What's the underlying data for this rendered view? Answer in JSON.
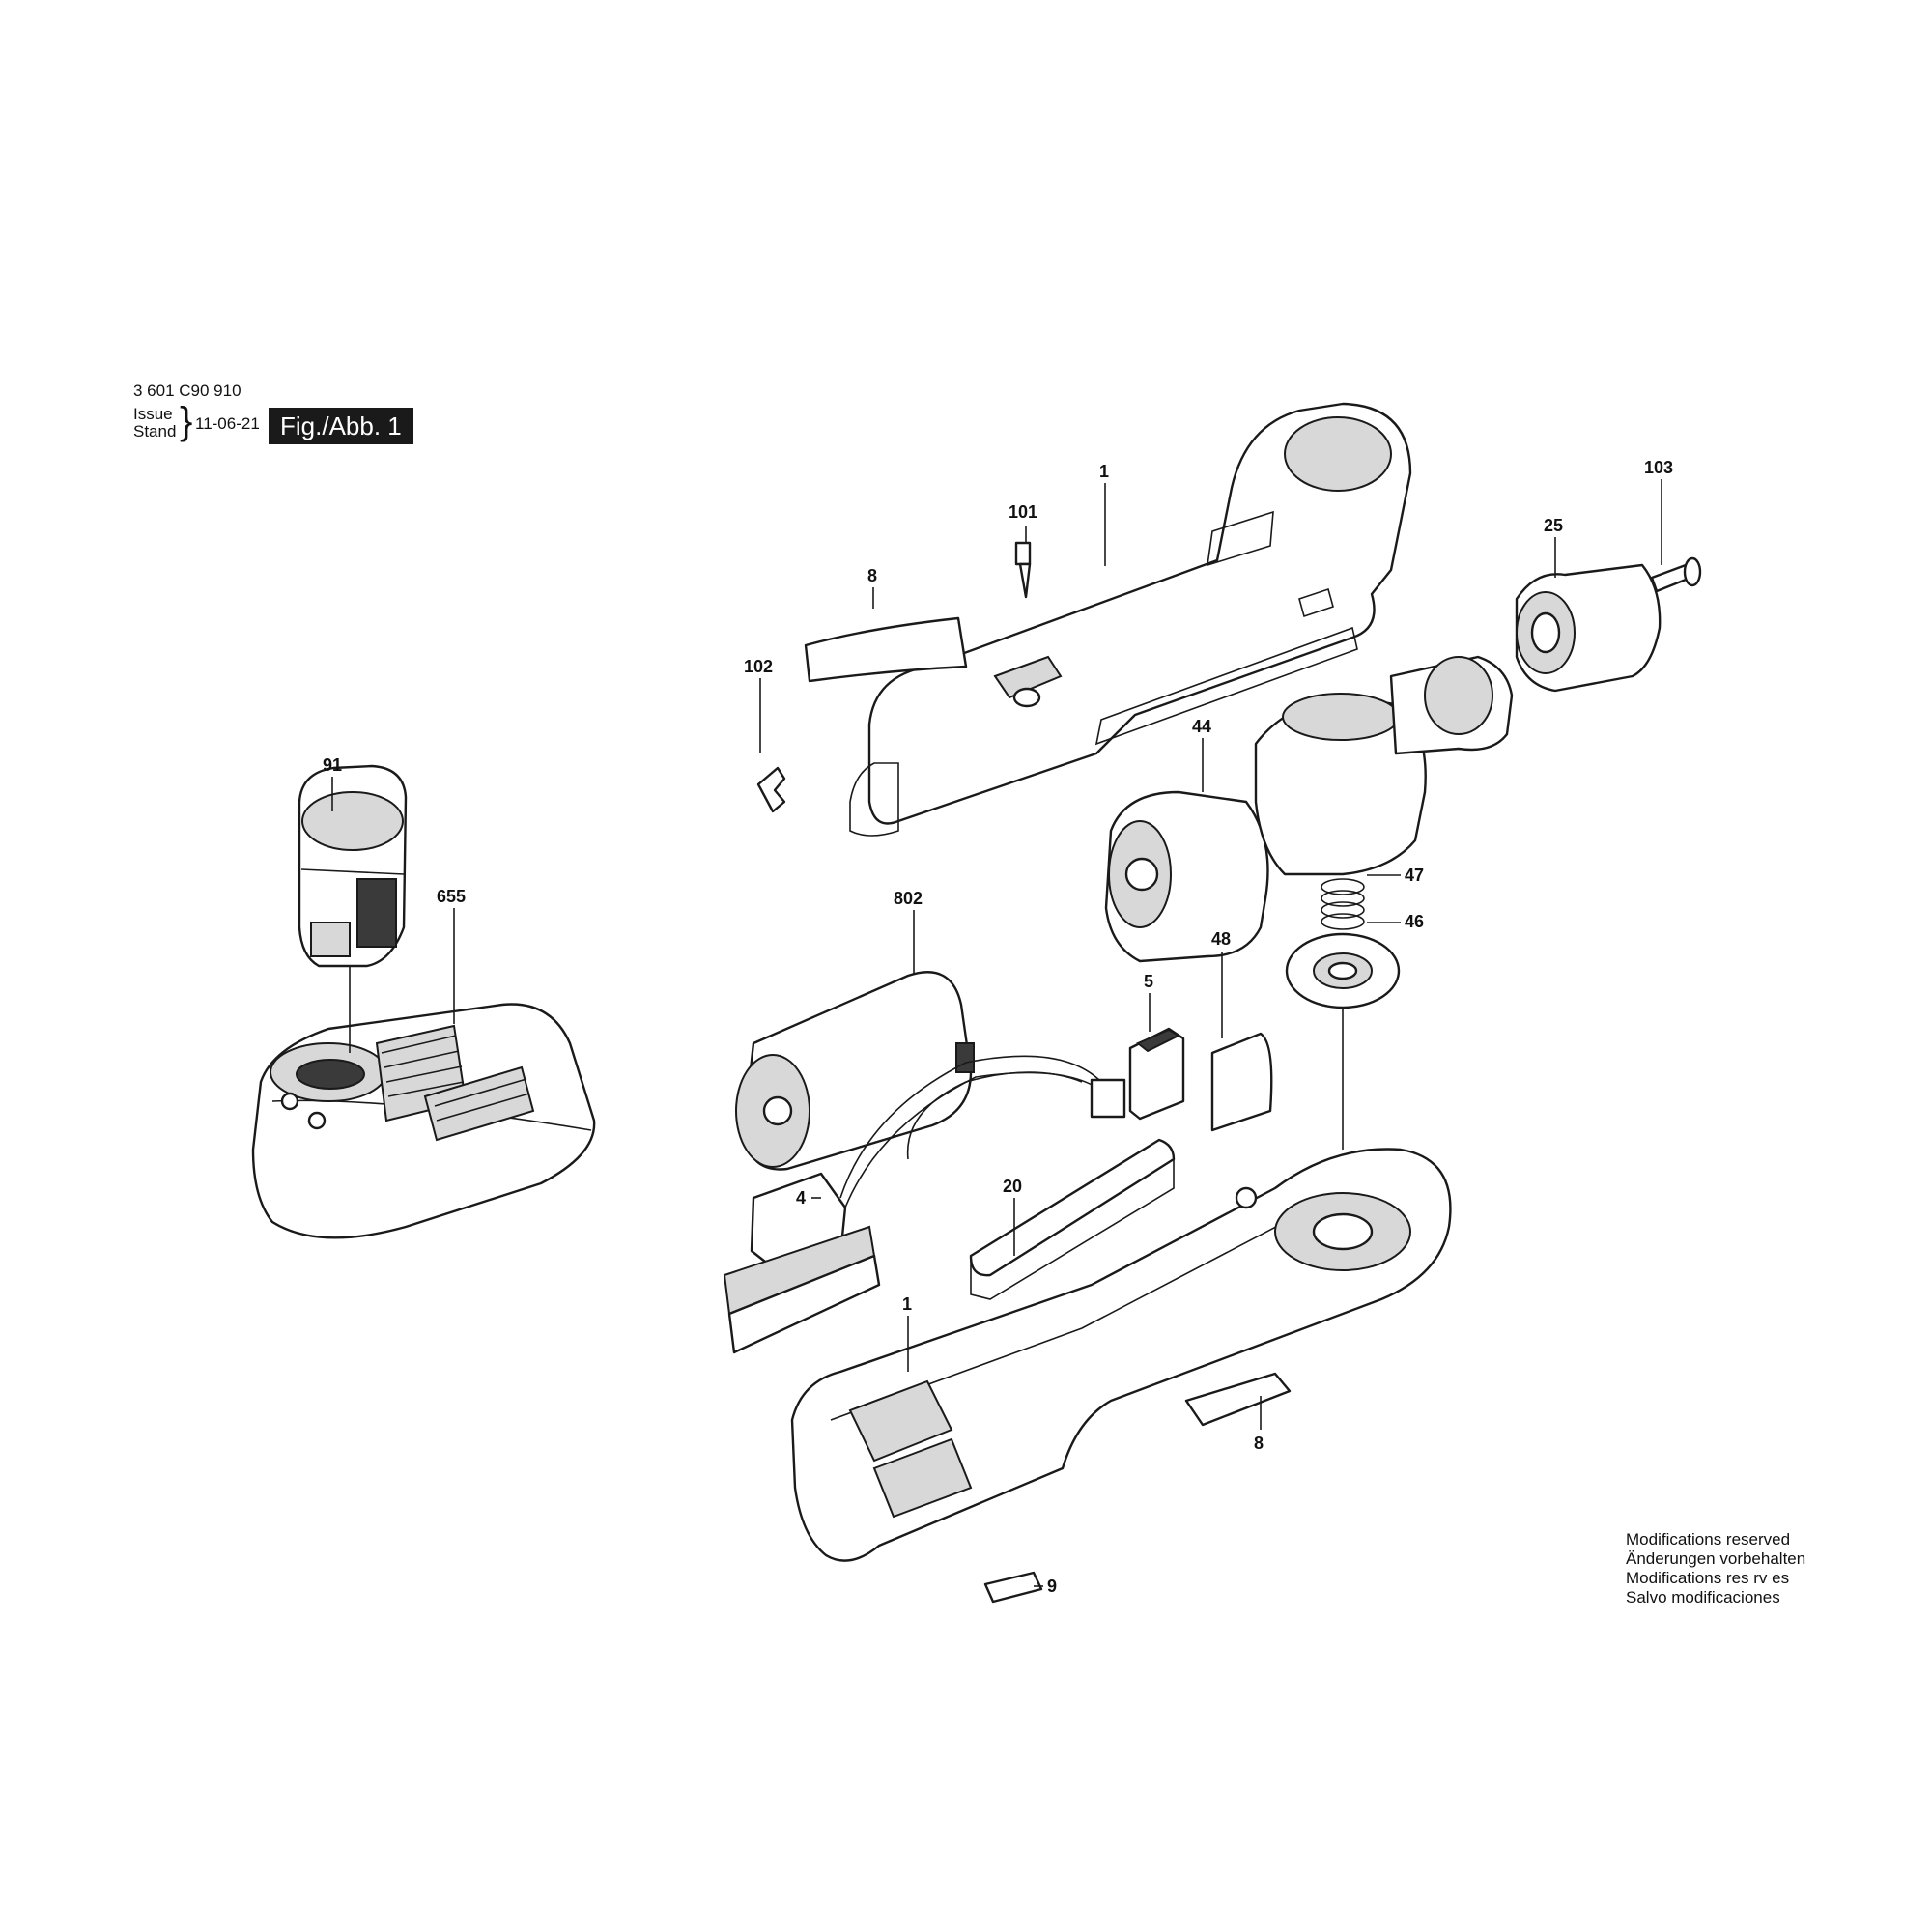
{
  "header": {
    "part_number": "3 601 C90 910",
    "issue_label_1": "Issue",
    "issue_label_2": "Stand",
    "issue_date": "11-06-21",
    "figure": "Fig./Abb. 1"
  },
  "notice": {
    "line1": "Modifications reserved",
    "line2": "Änderungen vorbehalten",
    "line3": "Modifications res rv es",
    "line4": "Salvo modificaciones"
  },
  "labels": {
    "p1_top": "1",
    "p101": "101",
    "p8_top": "8",
    "p102": "102",
    "p103": "103",
    "p25": "25",
    "p44": "44",
    "p47": "47",
    "p46": "46",
    "p48": "48",
    "p91": "91",
    "p655": "655",
    "p802": "802",
    "p5": "5",
    "p4": "4",
    "p20": "20",
    "p1_bottom": "1",
    "p8_bottom": "8",
    "p9": "9"
  }
}
